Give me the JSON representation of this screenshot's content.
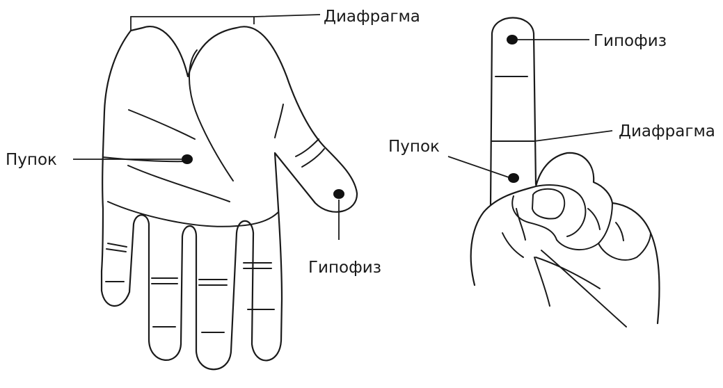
{
  "labels": {
    "palm_diaphragm": "Диафрагма",
    "palm_navel": "Пупок",
    "palm_pituitary": "Гипофиз",
    "finger_pituitary": "Гипофиз",
    "finger_diaphragm": "Диафрагма",
    "finger_navel": "Пупок"
  }
}
